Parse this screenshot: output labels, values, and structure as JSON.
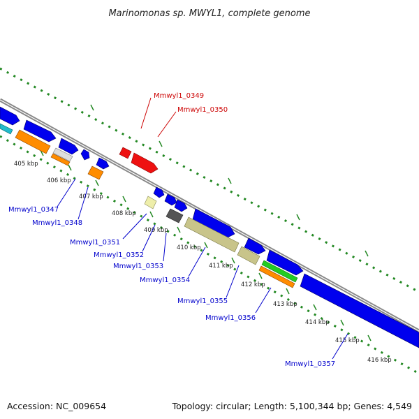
{
  "title": "Marinomonas sp. MWYL1, complete genome",
  "footer": {
    "accession": "Accession: NC_009654",
    "topology": "Topology: circular; Length: 5,100,344 bp; Genes: 4,549"
  },
  "colors": {
    "forward": "#0000ee",
    "reverse_red": "#ee1111",
    "orange": "#ff8c00",
    "khaki": "#c8c48a",
    "pale": "#eeeeaa",
    "grey": "#555555",
    "green": "#22cc22",
    "cyan": "#22bbcc",
    "backbone": "#888888",
    "dots": "#228822",
    "label_blue": "#0000cc",
    "label_red": "#cc0000"
  },
  "ticks": [
    "405 kbp",
    "406 kbp",
    "407 kbp",
    "408 kbp",
    "409 kbp",
    "410 kbp",
    "411 kbp",
    "412 kbp",
    "413 kbp",
    "414 kbp",
    "415 kbp",
    "416 kbp"
  ],
  "gene_labels": [
    {
      "text": "Mmwyl1_0349",
      "color": "red"
    },
    {
      "text": "Mmwyl1_0350",
      "color": "red"
    },
    {
      "text": "Mmwyl1_0347",
      "color": "blue"
    },
    {
      "text": "Mmwyl1_0348",
      "color": "blue"
    },
    {
      "text": "Mmwyl1_0351",
      "color": "blue"
    },
    {
      "text": "Mmwyl1_0352",
      "color": "blue"
    },
    {
      "text": "Mmwyl1_0353",
      "color": "blue"
    },
    {
      "text": "Mmwyl1_0354",
      "color": "blue"
    },
    {
      "text": "Mmwyl1_0355",
      "color": "blue"
    },
    {
      "text": "Mmwyl1_0356",
      "color": "blue"
    },
    {
      "text": "Mmwyl1_0357",
      "color": "blue"
    }
  ]
}
